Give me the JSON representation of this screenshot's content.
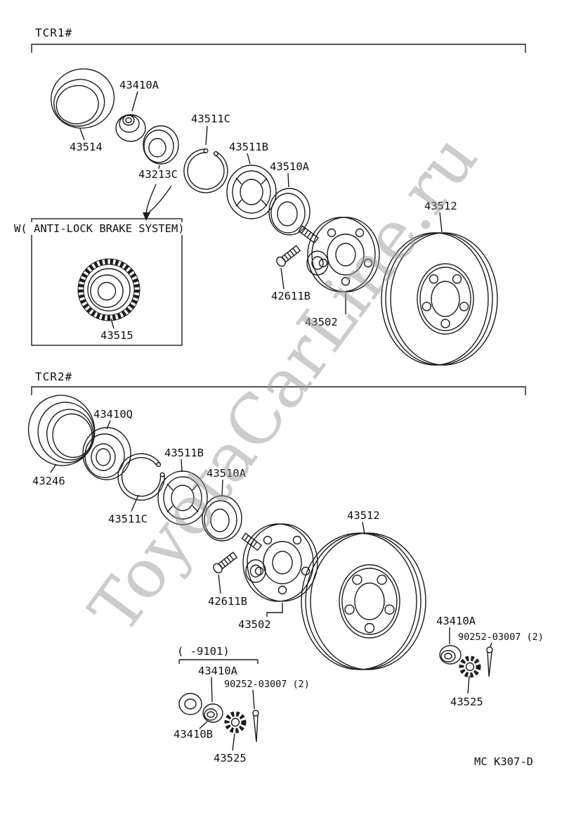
{
  "diagram": {
    "watermark": "ToyotaCarLine.ru",
    "footer_code": "MC K307-D",
    "colors": {
      "line": "#1c1c1c",
      "watermark": "#9a9a9a"
    },
    "tcr1": {
      "title": "TCR1#",
      "abs_note": "W( ANTI-LOCK  BRAKE  SYSTEM)",
      "parts": {
        "cap_43514": "43514",
        "seal_43410a": "43410A",
        "seal_43213c": "43213C",
        "snapring_43511c": "43511C",
        "bearing_43511b": "43511B",
        "seal_43510a": "43510A",
        "disc_43512": "43512",
        "bolt_42611b": "42611B",
        "hub_43502": "43502",
        "absrotor_43515": "43515"
      }
    },
    "tcr2": {
      "title": "TCR2#",
      "parts": {
        "ring_43246": "43246",
        "seal_43410q": "43410Q",
        "snapring_43511c": "43511C",
        "bearing_43511b": "43511B",
        "seal_43510a": "43510A",
        "bolt_42611b": "42611B",
        "hub_43502": "43502",
        "disc_43512": "43512"
      },
      "lock_group_left": {
        "range_note": "(    -9101)",
        "cap": "43410A",
        "pin": "90252-03007 (2)",
        "washer": "43410B",
        "nut": "43525"
      },
      "lock_group_right": {
        "cap": "43410A",
        "pin": "90252-03007 (2)",
        "nut": "43525"
      }
    }
  }
}
